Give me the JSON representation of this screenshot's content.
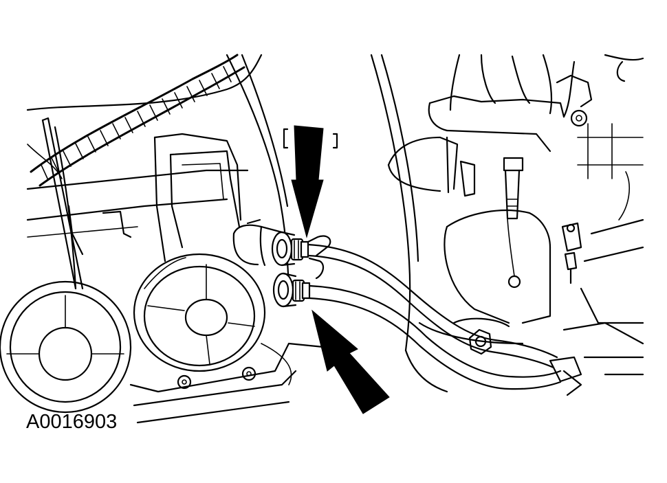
{
  "figure": {
    "id_label": "A0016903"
  },
  "colors": {
    "ink": "#000000",
    "background": "#ffffff"
  },
  "callouts": {
    "arrows": [
      "arrow-upper",
      "arrow-lower"
    ],
    "bracket": "top-bracket"
  }
}
